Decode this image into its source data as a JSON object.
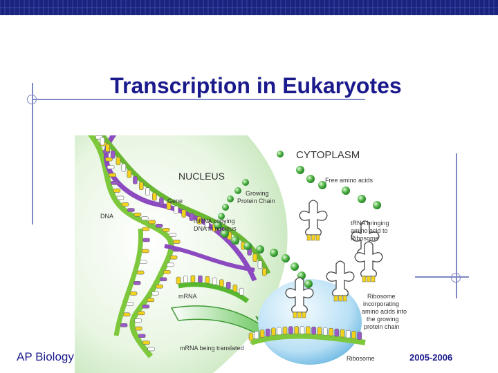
{
  "slide": {
    "title": "Transcription in Eukaryotes",
    "footer_left": "AP Biology",
    "footer_right": "2005-2006"
  },
  "diagram": {
    "labels": {
      "cytoplasm": "CYTOPLASM",
      "nucleus": "NUCLEUS",
      "free_amino": "Free amino acids",
      "growing1": "Growing",
      "growing2": "Protein Chain",
      "gene": "Gene",
      "dna": "DNA",
      "mrna_copy1": "mRNA copying",
      "mrna_copy2": "DNA in nucleus",
      "trna1": "tRNA bringing",
      "trna2": "amino acid to",
      "trna3": "Ribosome",
      "mrna": "mRNA",
      "ribo1": "Ribosome",
      "ribo2": "incorporating",
      "ribo3": "amino acids into",
      "ribo4": "the growing",
      "ribo5": "protein chain",
      "translated": "mRNA being translated",
      "ribosome": "Ribosome"
    }
  }
}
